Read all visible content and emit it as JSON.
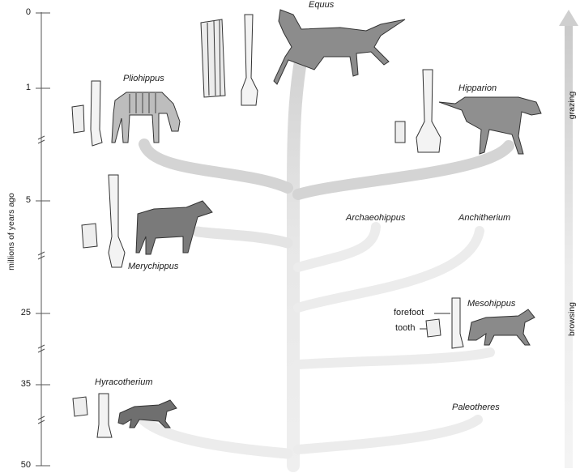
{
  "axis": {
    "title": "millions of years ago",
    "ticks": [
      "0",
      "1",
      "5",
      "25",
      "35",
      "50"
    ]
  },
  "diet": {
    "top": "grazing",
    "bottom": "browsing"
  },
  "taxa": {
    "equus": "Equus",
    "pliohippus": "Pliohippus",
    "hipparion": "Hipparion",
    "merychippus": "Merychippus",
    "archaeohippus": "Archaeohippus",
    "anchitherium": "Anchitherium",
    "mesohippus": "Mesohippus",
    "hyracotherium": "Hyracotherium",
    "paleotheres": "Paleotheres"
  },
  "callouts": {
    "forefoot": "forefoot",
    "tooth": "tooth"
  },
  "colors": {
    "grazing_branch": "#d6d6d6",
    "browsing_branch": "#ebebeb",
    "axis": "#555555"
  }
}
